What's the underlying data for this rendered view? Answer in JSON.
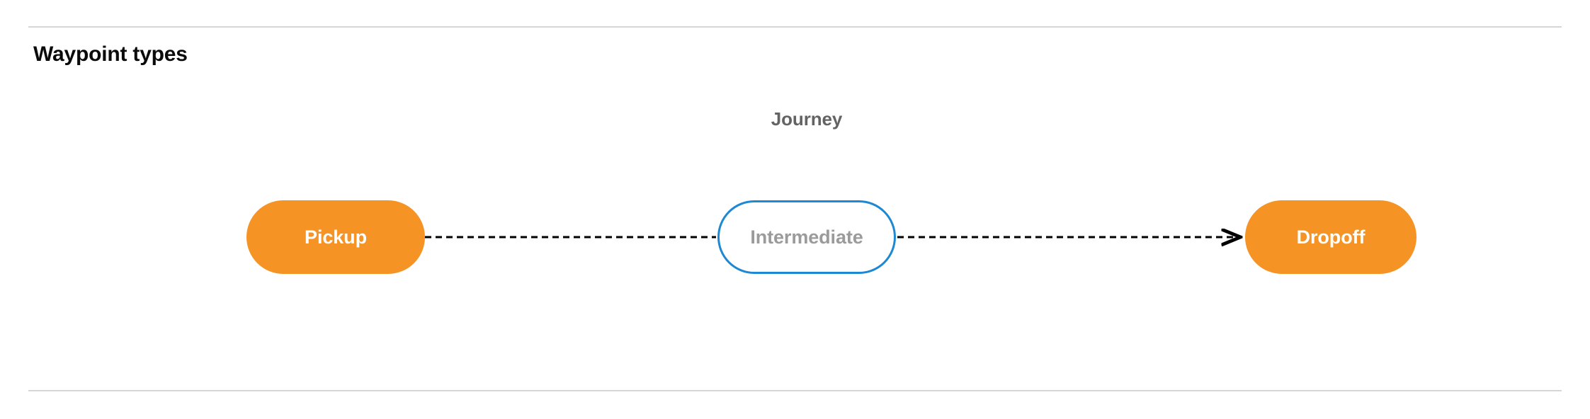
{
  "section": {
    "title": "Waypoint types"
  },
  "diagram": {
    "group_label": "Journey",
    "nodes": [
      {
        "id": "pickup",
        "label": "Pickup",
        "style": "filled",
        "color": "#f59324",
        "text_color": "#ffffff"
      },
      {
        "id": "intermediate",
        "label": "Intermediate",
        "style": "outlined",
        "color": "#1e88d2",
        "text_color": "#9b9b9b"
      },
      {
        "id": "dropoff",
        "label": "Dropoff",
        "style": "filled",
        "color": "#f59324",
        "text_color": "#ffffff"
      }
    ],
    "edges": [
      {
        "from": "pickup",
        "to": "intermediate",
        "line": "dashed",
        "arrowhead": false,
        "color": "#000000"
      },
      {
        "from": "intermediate",
        "to": "dropoff",
        "line": "dashed",
        "arrowhead": true,
        "color": "#000000"
      }
    ]
  },
  "colors": {
    "accent_orange": "#f59324",
    "accent_blue": "#1e88d2",
    "divider": "#d6d6d8",
    "muted_text": "#636363",
    "title_text": "#0b0b0b"
  }
}
